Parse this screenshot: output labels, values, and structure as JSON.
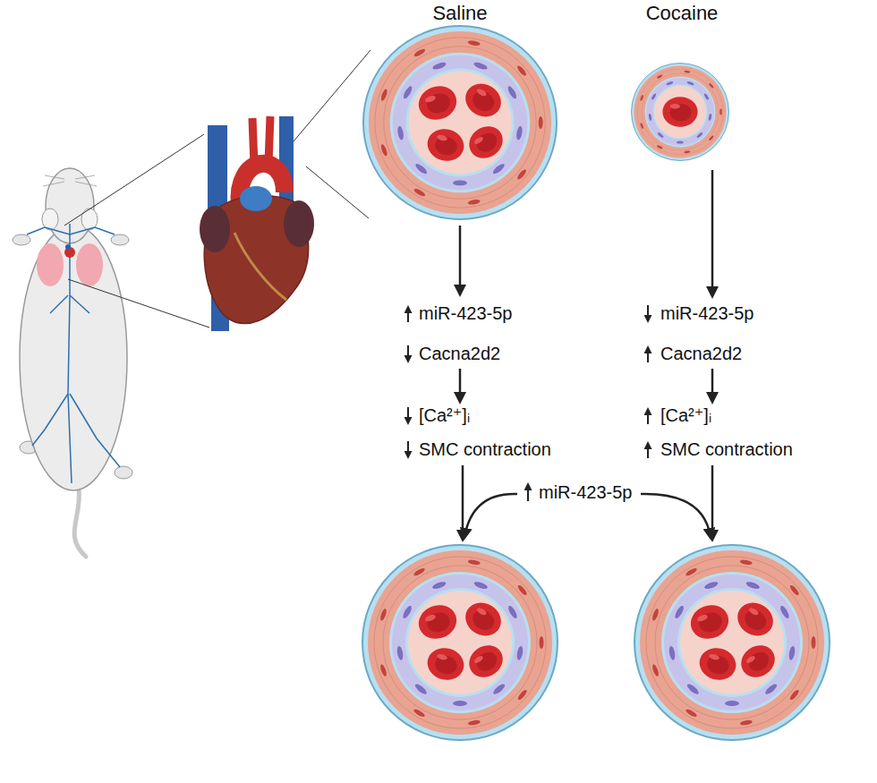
{
  "diagram": {
    "labels": [
      "Saline",
      "Cocaine",
      "miR-423-5p",
      "miR-423-5p",
      "Cacna2d2",
      "Cacna2d2",
      "[Ca²⁺]ᵢ",
      "[Ca²⁺]ᵢ",
      "SMC contraction",
      "SMC contraction",
      "miR-423-5p"
    ]
  }
}
